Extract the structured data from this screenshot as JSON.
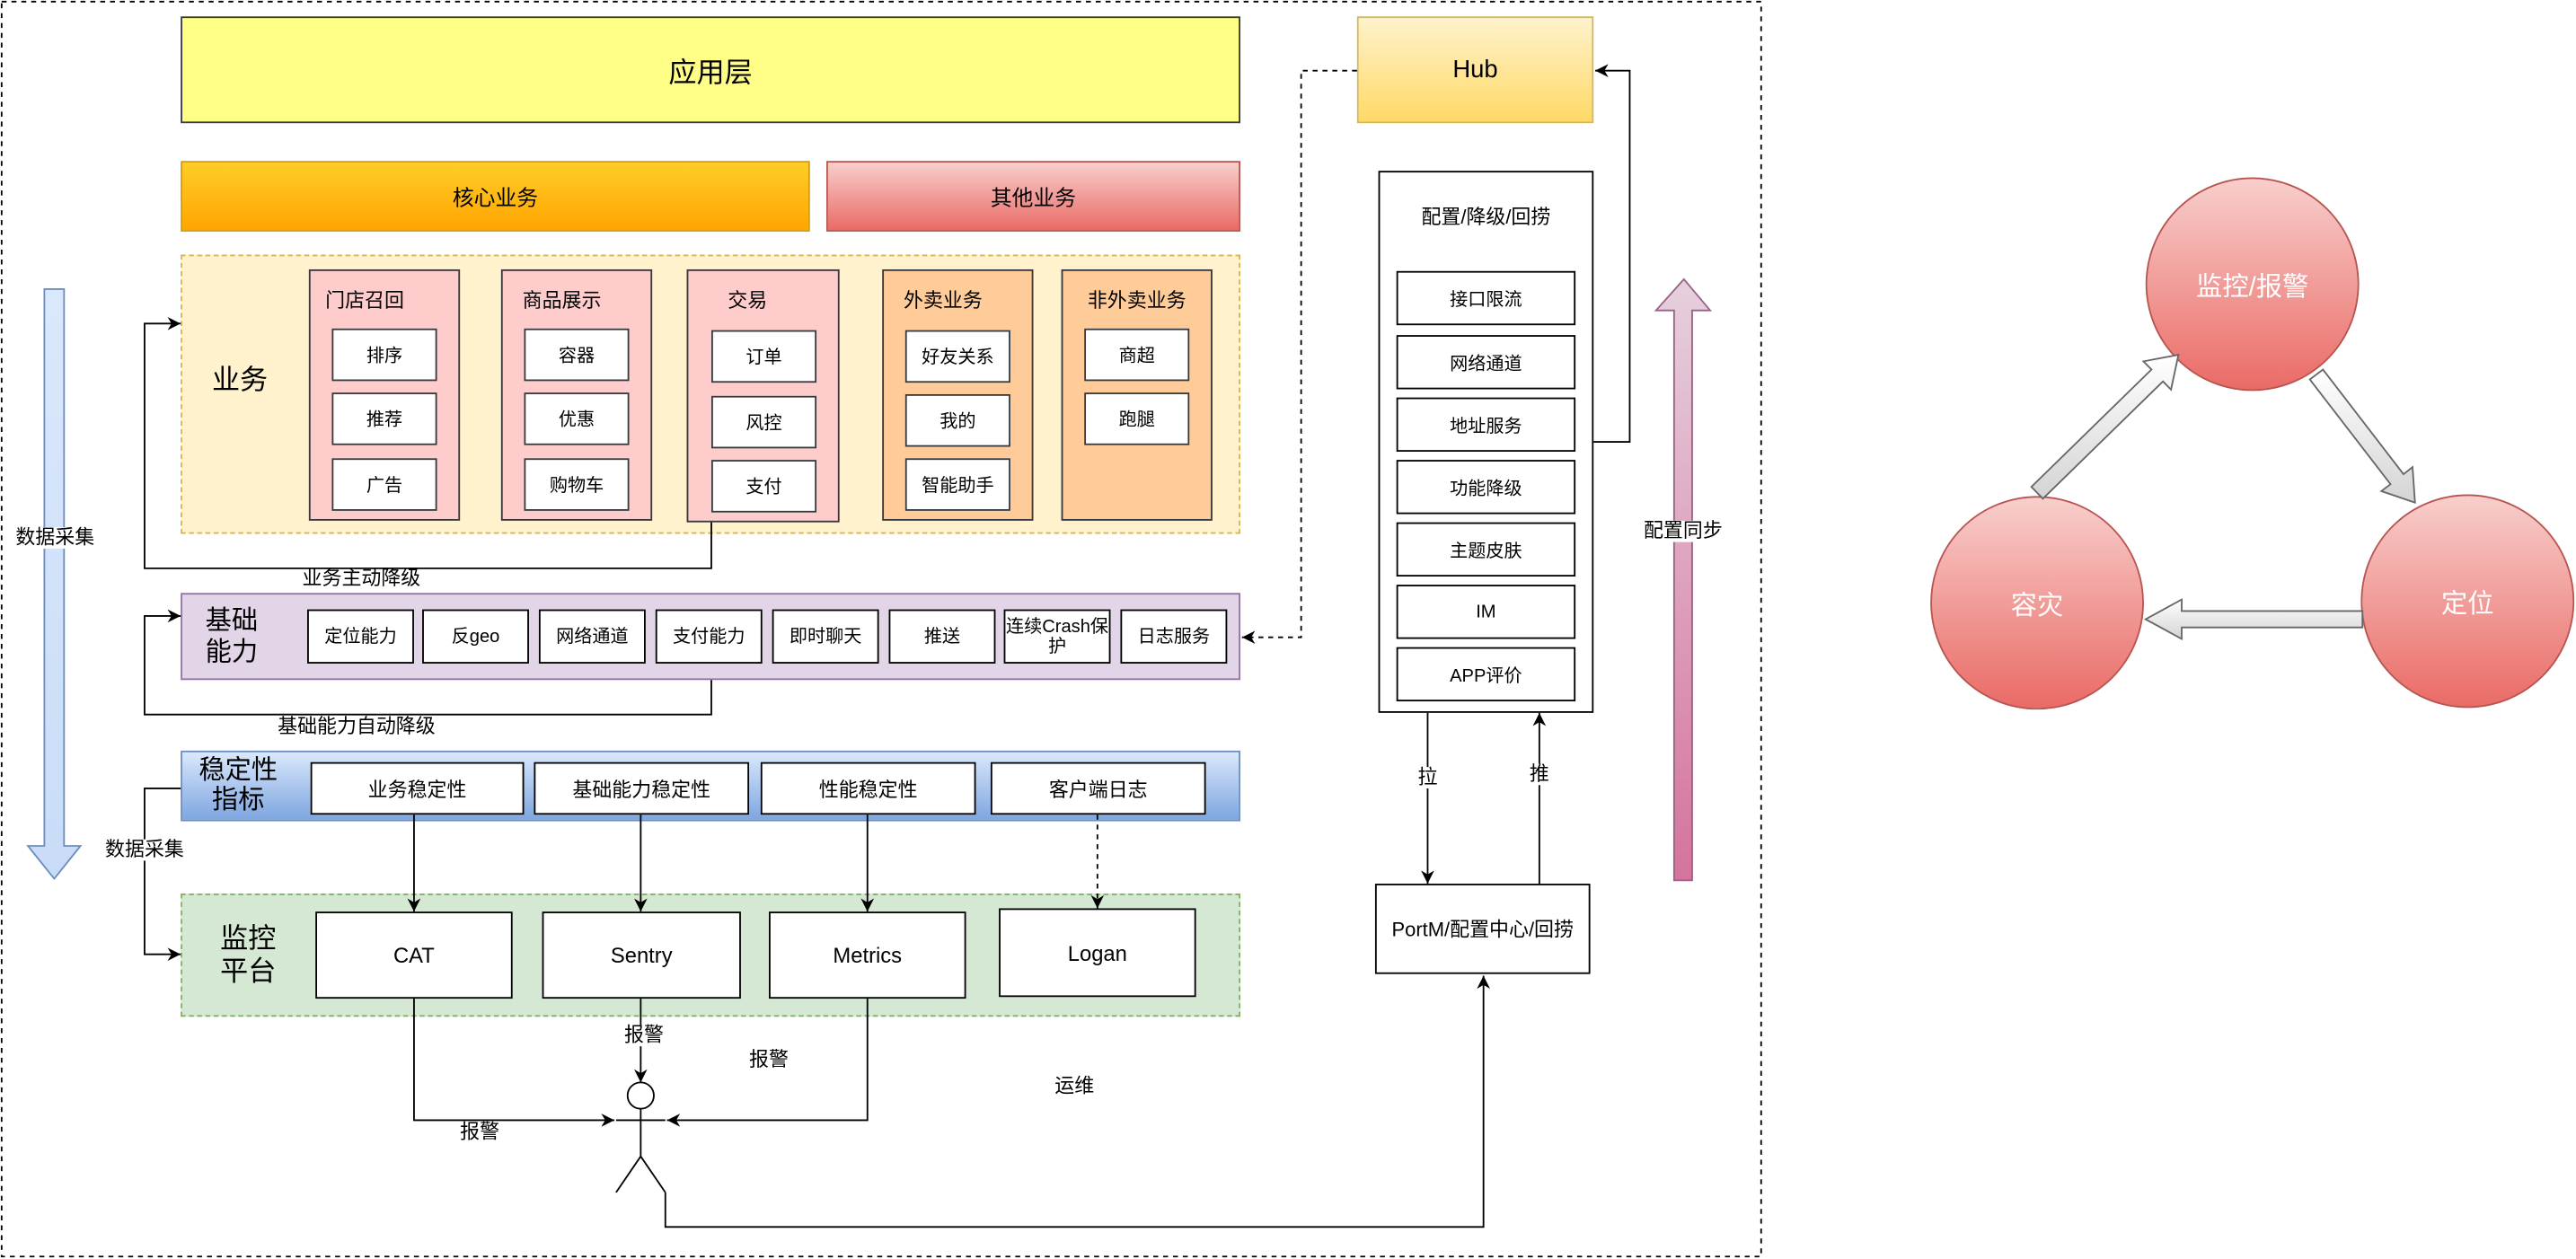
{
  "app_layer": {
    "label": "应用层"
  },
  "core_business": {
    "label": "核心业务"
  },
  "other_business": {
    "label": "其他业务"
  },
  "business": {
    "label": "业务",
    "columns": [
      {
        "title": "门店召回",
        "items": [
          "排序",
          "推荐",
          "广告"
        ]
      },
      {
        "title": "商品展示",
        "items": [
          "容器",
          "优惠",
          "购物车"
        ]
      },
      {
        "title": "交易",
        "items": [
          "订单",
          "风控",
          "支付"
        ]
      },
      {
        "title": "外卖业务",
        "items": [
          "好友关系",
          "我的",
          "智能助手"
        ]
      },
      {
        "title": "非外卖业务",
        "items": [
          "商超",
          "跑腿"
        ]
      }
    ],
    "degrade_label": "业务主动降级"
  },
  "base_capability": {
    "label": "基础\n能力",
    "items": [
      "定位能力",
      "反geo",
      "网络通道",
      "支付能力",
      "即时聊天",
      "推送",
      "连续Crash保护",
      "日志服务"
    ],
    "degrade_label": "基础能力自动降级"
  },
  "stability": {
    "label": "稳定性\n指标",
    "items": [
      "业务稳定性",
      "基础能力稳定性",
      "性能稳定性",
      "客户端日志"
    ]
  },
  "monitoring": {
    "label": "监控\n平台",
    "items": [
      "CAT",
      "Sentry",
      "Metrics",
      "Logan"
    ]
  },
  "data_collection": {
    "main_label": "数据采集",
    "connector_label": "数据采集"
  },
  "alerts": {
    "cat_label": "报警",
    "sentry_label": "报警",
    "metrics_label": "报警"
  },
  "ops_label": "运维",
  "hub": {
    "label": "Hub"
  },
  "config_panel": {
    "title": "配置/降级/回捞",
    "items": [
      "接口限流",
      "网络通道",
      "地址服务",
      "功能降级",
      "主题皮肤",
      "IM",
      "APP评价"
    ]
  },
  "pull_label": "拉",
  "push_label": "推",
  "portm": {
    "label": "PortM/配置中心/回捞"
  },
  "config_sync_label": "配置同步",
  "cycle": {
    "nodes": [
      "监控/报警",
      "定位",
      "容灾"
    ]
  },
  "colors": {
    "app_layer": "#ffff88",
    "core_business": "#ffa500",
    "other_business": "#ea6b66",
    "business_area": "#fff2cc",
    "business_column": "#ffcccc",
    "takeout_column": "#ffcc99",
    "base_capability": "#e1d5e7",
    "stability": "#7ea6e0",
    "monitoring": "#d5e8d4",
    "hub": "#ffd966",
    "cycle_node": "#ea6b66"
  }
}
